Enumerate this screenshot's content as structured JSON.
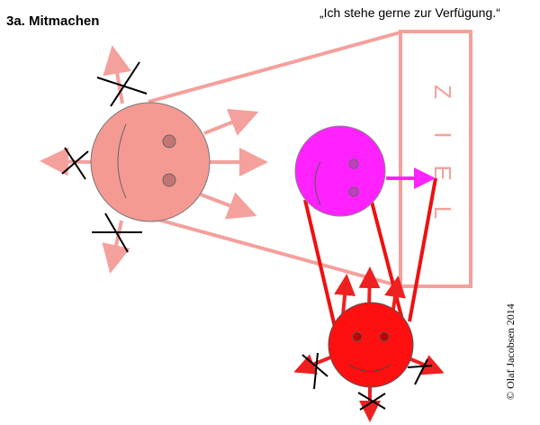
{
  "header": {
    "title": "3a. Mitmachen"
  },
  "quote": "„Ich stehe gerne zur Verfügung.“",
  "goal": {
    "label": "ZIEL"
  },
  "copyright": "© Olaf Jacobsen 2014",
  "colors": {
    "faded": "#f4a09c",
    "faded_face": "#f49a92",
    "magenta": "#ff22ff",
    "red": "#ff1010",
    "arrow_red": "#ee2020"
  }
}
